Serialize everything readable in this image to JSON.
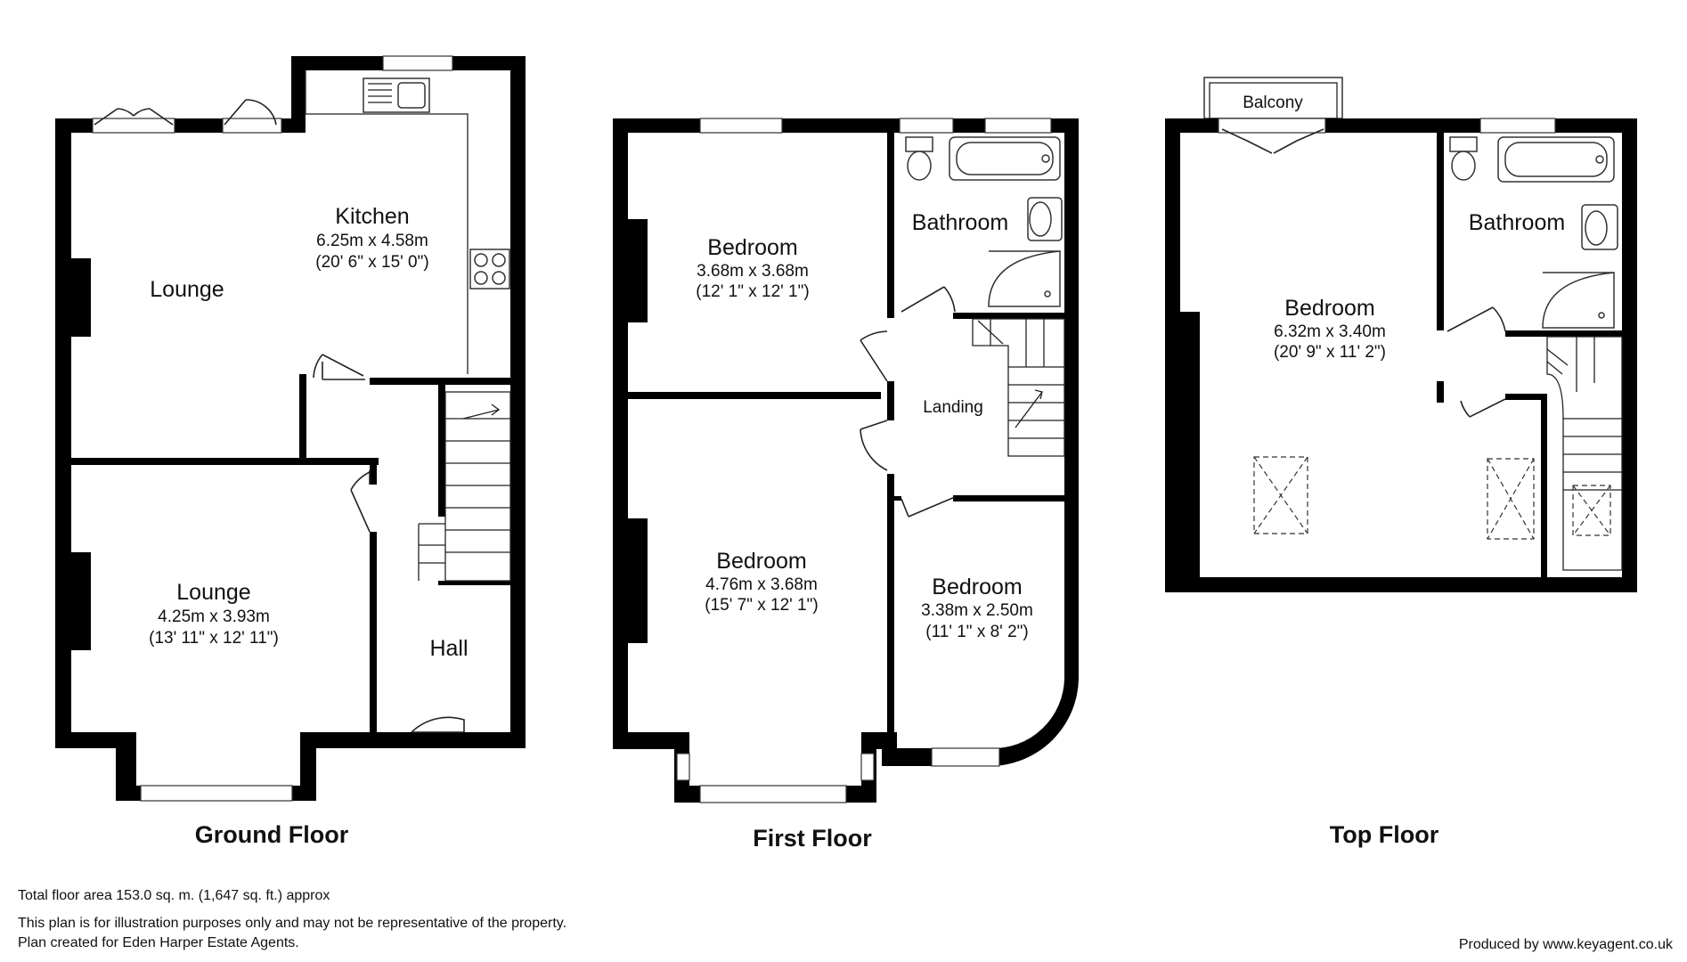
{
  "floors": {
    "ground": {
      "title": "Ground Floor",
      "rooms": {
        "kitchen": {
          "name": "Kitchen",
          "metric": "6.25m x 4.58m",
          "imperial": "(20' 6\" x 15' 0\")"
        },
        "lounge_back": {
          "name": "Lounge"
        },
        "lounge_front": {
          "name": "Lounge",
          "metric": "4.25m x 3.93m",
          "imperial": "(13' 11\" x 12' 11\")"
        },
        "hall": {
          "name": "Hall"
        }
      }
    },
    "first": {
      "title": "First Floor",
      "rooms": {
        "bedroom_back": {
          "name": "Bedroom",
          "metric": "3.68m x 3.68m",
          "imperial": "(12' 1\" x 12' 1\")"
        },
        "bathroom": {
          "name": "Bathroom"
        },
        "landing": {
          "name": "Landing"
        },
        "bedroom_front": {
          "name": "Bedroom",
          "metric": "4.76m x 3.68m",
          "imperial": "(15' 7\" x 12' 1\")"
        },
        "bedroom_small": {
          "name": "Bedroom",
          "metric": "3.38m x 2.50m",
          "imperial": "(11' 1\" x 8' 2\")"
        }
      }
    },
    "top": {
      "title": "Top Floor",
      "rooms": {
        "balcony": {
          "name": "Balcony"
        },
        "bedroom": {
          "name": "Bedroom",
          "metric": "6.32m x 3.40m",
          "imperial": "(20' 9\" x 11' 2\")"
        },
        "bathroom": {
          "name": "Bathroom"
        }
      }
    }
  },
  "footer": {
    "total_area": "Total floor area 153.0 sq. m. (1,647 sq. ft.) approx",
    "disclaimer": "This plan is for illustration purposes only and may not be representative of the property.",
    "created_for": "Plan created for Eden Harper Estate Agents.",
    "produced_by": "Produced by www.keyagent.co.uk"
  },
  "colors": {
    "wall": "#000000",
    "background": "#ffffff",
    "line": "#222222"
  }
}
